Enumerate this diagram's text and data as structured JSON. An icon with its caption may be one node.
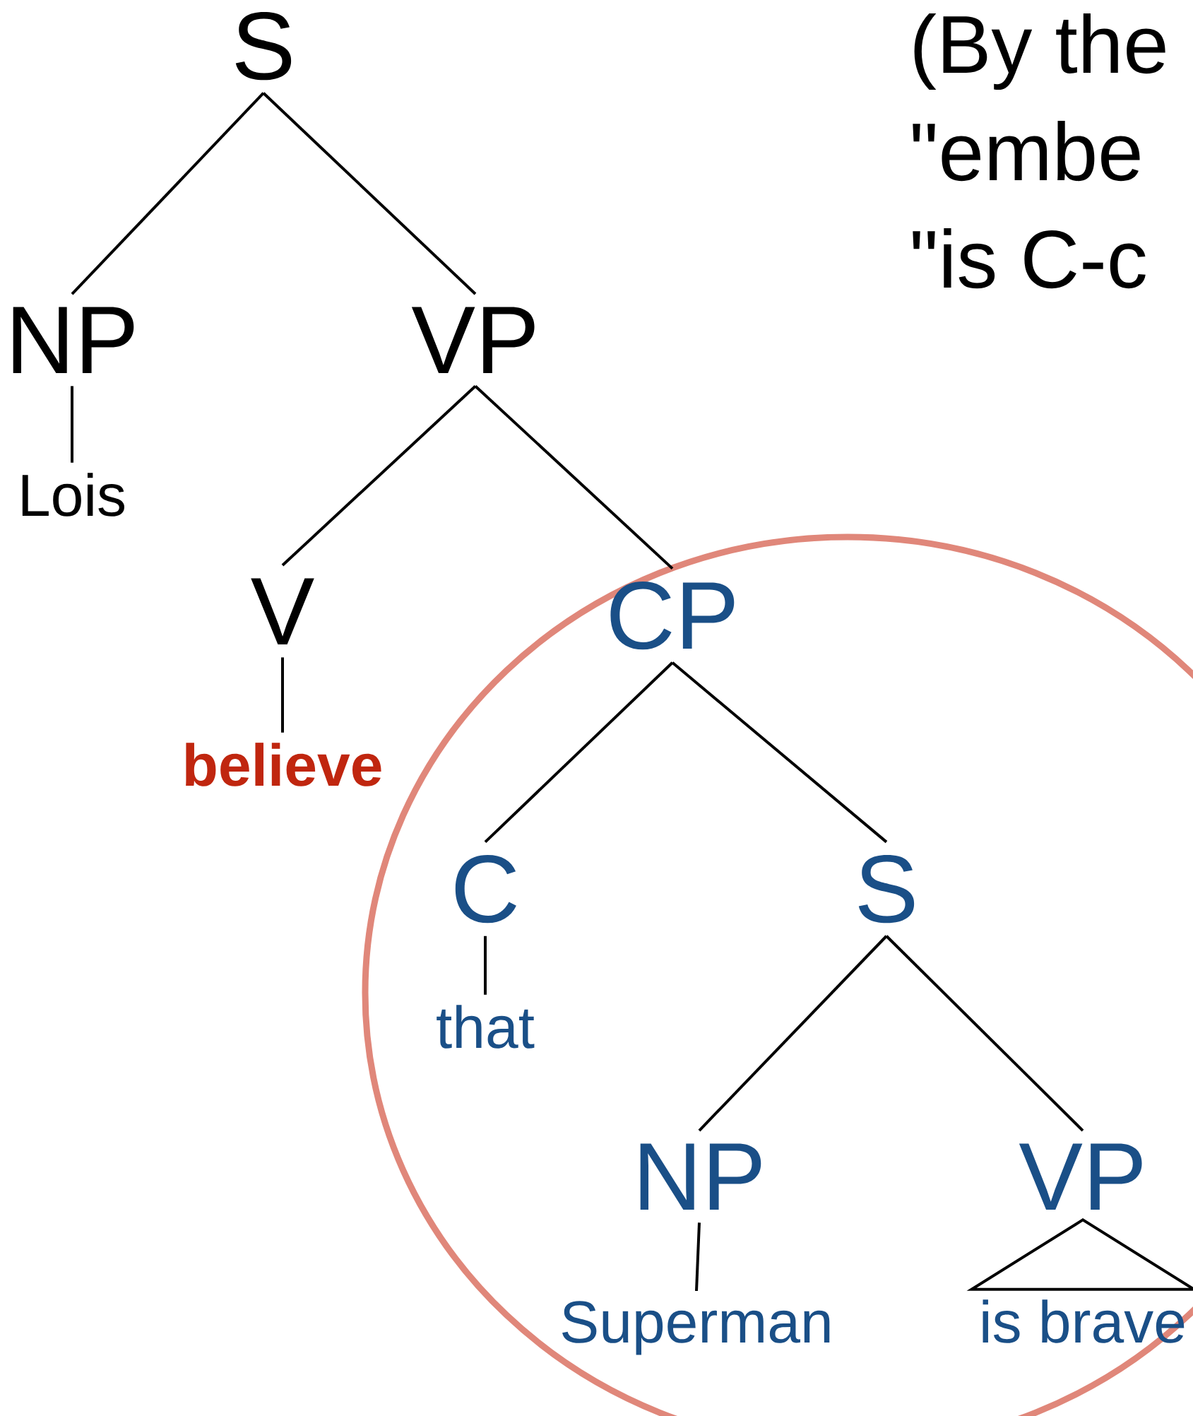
{
  "diagram": {
    "nodes": [
      {
        "text": [
          "S"
        ]
      },
      {
        "text": [
          "NP"
        ]
      },
      {
        "text": [
          "VP"
        ]
      },
      {
        "text": [
          "Lois"
        ]
      },
      {
        "text": [
          "V"
        ]
      },
      {
        "text": [],
        "shape": "circle"
      },
      {
        "text": [
          "CP"
        ],
        "in": 5
      },
      {
        "text": [
          "believe"
        ]
      },
      {
        "text": [
          "C"
        ],
        "in": 5
      },
      {
        "text": [
          "S"
        ],
        "in": 5
      },
      {
        "text": [
          "that"
        ],
        "in": 5
      },
      {
        "text": [
          "NP"
        ],
        "in": 5
      },
      {
        "text": [
          "VP"
        ],
        "in": 5
      },
      {
        "text": [
          "Superman"
        ],
        "in": 5
      },
      {
        "text": [
          "is brave"
        ],
        "in": 5
      }
    ],
    "edges": [
      {
        "from": 0,
        "to": 1,
        "arrow": "none"
      },
      {
        "from": 0,
        "to": 2,
        "arrow": "none"
      },
      {
        "from": 1,
        "to": 3,
        "arrow": "none"
      },
      {
        "from": 2,
        "to": 4,
        "arrow": "none"
      },
      {
        "from": 2,
        "to": 6,
        "arrow": "none"
      },
      {
        "from": 4,
        "to": 7,
        "arrow": "none"
      },
      {
        "from": 6,
        "to": 8,
        "arrow": "none"
      },
      {
        "from": 6,
        "to": 9,
        "arrow": "none"
      },
      {
        "from": 8,
        "to": 10,
        "arrow": "none"
      },
      {
        "from": 9,
        "to": 11,
        "arrow": "none"
      },
      {
        "from": 9,
        "to": 12,
        "arrow": "none"
      },
      {
        "from": 11,
        "to": 13,
        "arrow": "none"
      },
      {
        "from": 12,
        "to": 14,
        "arrow": "none"
      }
    ],
    "labels": [
      "(By the",
      "\"embe",
      "\"is C-c"
    ]
  }
}
